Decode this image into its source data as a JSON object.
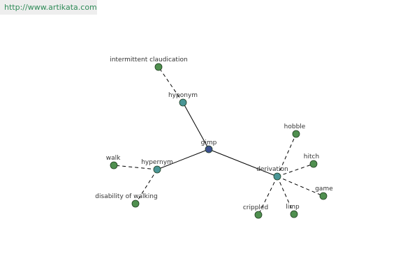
{
  "banner": {
    "url_text": "http://www.artikata.com"
  },
  "colors": {
    "root": "#3b4f8f",
    "relation": "#4a9696",
    "leaf": "#4f8f4f",
    "edge": "#000000",
    "banner_text": "#2e8b57"
  },
  "nodes": [
    {
      "id": "gimp",
      "label": "gimp",
      "kind": "root"
    },
    {
      "id": "hyponym",
      "label": "hyponym",
      "kind": "relation"
    },
    {
      "id": "hypernym",
      "label": "hypernym",
      "kind": "relation"
    },
    {
      "id": "derivation",
      "label": "derivation",
      "kind": "relation"
    },
    {
      "id": "intermittent-claudication",
      "label": "intermittent claudication",
      "kind": "leaf"
    },
    {
      "id": "walk",
      "label": "walk",
      "kind": "leaf"
    },
    {
      "id": "disability-of-walking",
      "label": "disability of walking",
      "kind": "leaf"
    },
    {
      "id": "hobble",
      "label": "hobble",
      "kind": "leaf"
    },
    {
      "id": "hitch",
      "label": "hitch",
      "kind": "leaf"
    },
    {
      "id": "game",
      "label": "game",
      "kind": "leaf"
    },
    {
      "id": "limp",
      "label": "limp",
      "kind": "leaf"
    },
    {
      "id": "crippled",
      "label": "crippled",
      "kind": "leaf"
    }
  ],
  "edges": [
    {
      "from": "gimp",
      "to": "hyponym",
      "style": "solid"
    },
    {
      "from": "gimp",
      "to": "hypernym",
      "style": "solid"
    },
    {
      "from": "gimp",
      "to": "derivation",
      "style": "solid"
    },
    {
      "from": "hyponym",
      "to": "intermittent-claudication",
      "style": "dashed"
    },
    {
      "from": "hypernym",
      "to": "walk",
      "style": "dashed"
    },
    {
      "from": "hypernym",
      "to": "disability-of-walking",
      "style": "dashed"
    },
    {
      "from": "derivation",
      "to": "hobble",
      "style": "dashed"
    },
    {
      "from": "derivation",
      "to": "hitch",
      "style": "dashed"
    },
    {
      "from": "derivation",
      "to": "game",
      "style": "dashed"
    },
    {
      "from": "derivation",
      "to": "limp",
      "style": "dashed"
    },
    {
      "from": "derivation",
      "to": "crippled",
      "style": "dashed"
    }
  ]
}
